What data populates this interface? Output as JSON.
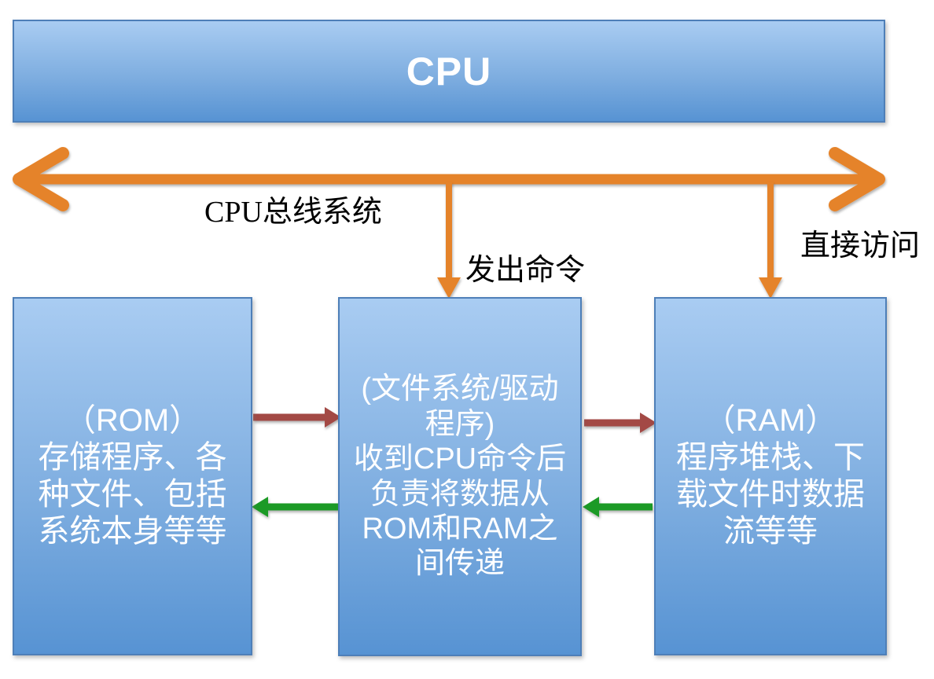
{
  "cpu_box": {
    "label": "CPU"
  },
  "bus": {
    "label": "CPU总线系统"
  },
  "command_arrow": {
    "label": "发出命令"
  },
  "direct_access_arrow": {
    "label": "直接访问"
  },
  "boxes": {
    "rom": {
      "lines": [
        "（ROM）",
        "存储程序、各",
        "种文件、包括",
        "系统本身等等"
      ]
    },
    "controller": {
      "lines": [
        "(文件系统/驱动",
        "程序)",
        "收到CPU命令后",
        "负责将数据从",
        "ROM和RAM之",
        "间传递"
      ]
    },
    "ram": {
      "lines": [
        "（RAM）",
        "程序堆栈、下",
        "载文件时数据",
        "流等等"
      ]
    }
  },
  "colors": {
    "orange": "#E5832A",
    "dark_red": "#A34A45",
    "green": "#1F9A25",
    "box_gradient_top": "#A9CCF2",
    "box_gradient_mid": "#7FAEE0",
    "box_gradient_bottom": "#5793D3",
    "box_border": "#4E7FB8",
    "box_text": "#FFFFFF",
    "label_text": "#000000"
  }
}
